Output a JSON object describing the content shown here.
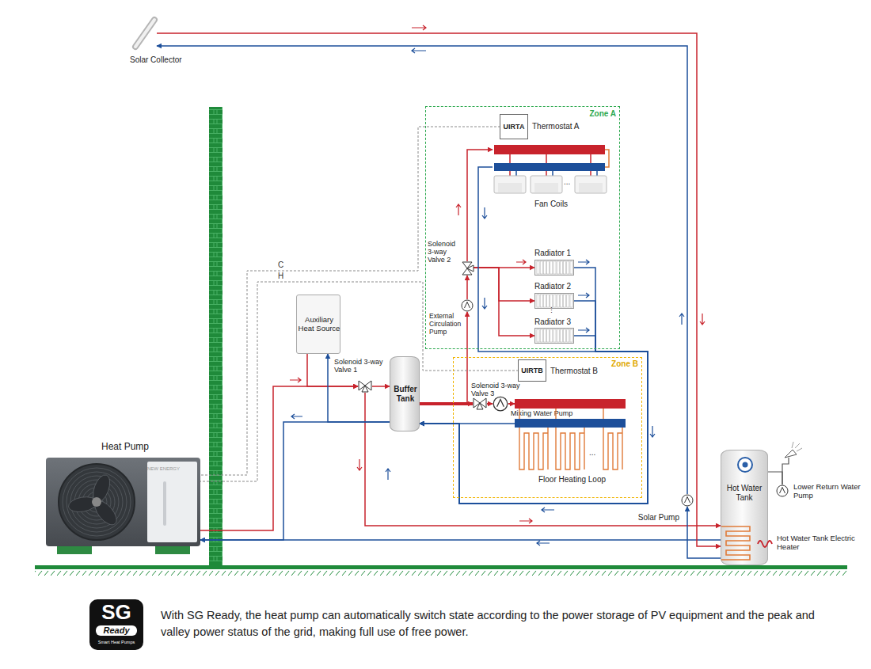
{
  "diagram": {
    "nodes": [
      {
        "text": [
          "Solar Collector"
        ]
      },
      {
        "text": [
          "Zone A"
        ]
      },
      {
        "text": [
          "UIRTA",
          "Thermostat A"
        ],
        "in": 1
      },
      {
        "text": [
          "Fan Coils"
        ],
        "in": 1
      },
      {
        "text": [
          "Solenoid 3-way Valve 2"
        ],
        "in": 1
      },
      {
        "text": [
          "Radiator 1"
        ],
        "in": 1
      },
      {
        "text": [
          "Radiator 2"
        ],
        "in": 1
      },
      {
        "text": [
          "Radiator 3"
        ],
        "in": 1
      },
      {
        "text": [
          "External Circulation Pump"
        ],
        "in": 1
      },
      {
        "text": [
          "Auxiliary Heat Source"
        ]
      },
      {
        "text": [
          "Solenoid 3-way Valve 1"
        ]
      },
      {
        "text": [
          "Buffer Tank"
        ]
      },
      {
        "text": [
          "Zone B"
        ]
      },
      {
        "text": [
          "UIRTB",
          "Thermostat B"
        ],
        "in": 12
      },
      {
        "text": [
          "Solenoid 3-way Valve 3"
        ],
        "in": 12
      },
      {
        "text": [
          "Mixing Water Pump"
        ],
        "in": 12
      },
      {
        "text": [
          "Floor Heating Loop"
        ],
        "in": 12
      },
      {
        "text": [
          "Heat Pump"
        ]
      },
      {
        "text": [
          "Solar Pump"
        ]
      },
      {
        "text": [
          "Hot Water Tank",
          "Hot Water Tank Electric Heater"
        ]
      },
      {
        "text": [
          "Lower Return Water Pump"
        ]
      },
      {
        "text": [
          "SG",
          "Ready",
          "Smart Heat Pumps"
        ]
      }
    ],
    "edges": [
      {
        "from": 17,
        "to": 10,
        "arrow": "to"
      },
      {
        "from": 9,
        "to": 10,
        "arrow": "to"
      },
      {
        "from": 10,
        "to": 11,
        "arrow": "to"
      },
      {
        "from": 10,
        "to": 19,
        "arrow": "to"
      },
      {
        "from": 11,
        "to": 14,
        "arrow": "to"
      },
      {
        "from": 14,
        "to": 15,
        "arrow": "to"
      },
      {
        "from": 15,
        "to": 16,
        "arrow": "to"
      },
      {
        "from": 11,
        "to": 8,
        "arrow": "to"
      },
      {
        "from": 8,
        "to": 4,
        "arrow": "to"
      },
      {
        "from": 4,
        "to": 3,
        "arrow": "to"
      },
      {
        "from": 4,
        "to": 5,
        "arrow": "to"
      },
      {
        "from": 4,
        "to": 6,
        "arrow": "to"
      },
      {
        "from": 4,
        "to": 7,
        "arrow": "to"
      },
      {
        "from": 3,
        "to": 11,
        "arrow": "to"
      },
      {
        "from": 5,
        "to": 11,
        "arrow": "to"
      },
      {
        "from": 6,
        "to": 11,
        "arrow": "to"
      },
      {
        "from": 7,
        "to": 11,
        "arrow": "to"
      },
      {
        "from": 16,
        "to": 11,
        "arrow": "to"
      },
      {
        "from": 11,
        "to": 17,
        "arrow": "to"
      },
      {
        "from": 11,
        "to": 9,
        "arrow": "to"
      },
      {
        "from": 19,
        "to": 17,
        "arrow": "to"
      },
      {
        "from": 0,
        "to": 19,
        "arrow": "to"
      },
      {
        "from": 19,
        "to": 18,
        "arrow": "to"
      },
      {
        "from": 18,
        "to": 0,
        "arrow": "to"
      },
      {
        "from": 2,
        "to": 17,
        "label": "C",
        "arrow": "none"
      },
      {
        "from": 13,
        "to": 17,
        "label": "H",
        "arrow": "none"
      },
      {
        "from": 19,
        "to": 20,
        "arrow": "none"
      }
    ],
    "labels": [
      "NEW ENERGY",
      "...",
      "⋮",
      "..."
    ],
    "caption": "With SG Ready, the heat pump can automatically switch state according to the power storage of PV equipment and the peak and valley power status of the grid, making full use of free power."
  }
}
